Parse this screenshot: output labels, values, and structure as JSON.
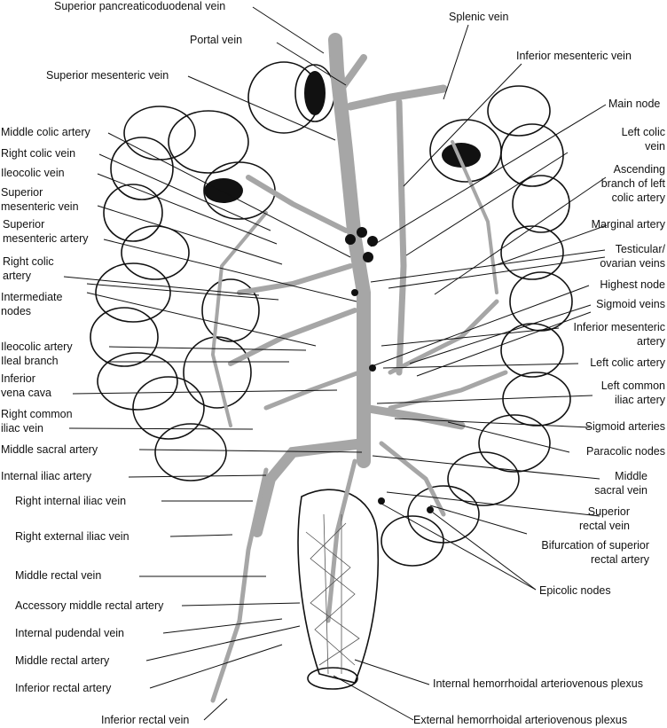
{
  "labels": {
    "superior_pancreaticoduodenal_vein": "Superior pancreaticoduodenal vein",
    "splenic_vein": "Splenic vein",
    "portal_vein": "Portal vein",
    "inferior_mesenteric_vein_top": "Inferior mesenteric vein",
    "superior_mesenteric_vein_top": "Superior mesenteric vein",
    "main_node": "Main node",
    "middle_colic_artery": "Middle colic artery",
    "left_colic_vein_1": "Left colic",
    "left_colic_vein_2": "vein",
    "right_colic_vein": "Right colic vein",
    "ascending_branch_1": "Ascending",
    "ascending_branch_2": "branch of left",
    "ascending_branch_3": "colic artery",
    "ileocolic_vein": "Ileocolic vein",
    "superior_mesenteric_vein_1": "Superior",
    "superior_mesenteric_vein_2": "mesenteric vein",
    "marginal_artery": "Marginal artery",
    "superior_mesenteric_artery_1": "Superior",
    "superior_mesenteric_artery_2": "mesenteric artery",
    "testicular_ovarian_1": "Testicular/",
    "testicular_ovarian_2": "ovarian veins",
    "right_colic_artery_1": "Right colic",
    "right_colic_artery_2": "artery",
    "highest_node": "Highest node",
    "intermediate_nodes_1": "Intermediate",
    "intermediate_nodes_2": "nodes",
    "sigmoid_veins": "Sigmoid veins",
    "inferior_mesenteric_artery_1": "Inferior mesenteric",
    "inferior_mesenteric_artery_2": "artery",
    "ileocolic_artery": "Ileocolic artery",
    "ileal_branch": "Ileal branch",
    "left_colic_artery": "Left colic artery",
    "inferior_vena_cava_1": "Inferior",
    "inferior_vena_cava_2": "vena cava",
    "left_common_iliac_1": "Left common",
    "left_common_iliac_2": "iliac artery",
    "right_common_iliac_1": "Right common",
    "right_common_iliac_2": "iliac vein",
    "sigmoid_arteries": "Sigmoid arteries",
    "middle_sacral_artery": "Middle sacral artery",
    "paracolic_nodes": "Paracolic nodes",
    "internal_iliac_artery": "Internal iliac artery",
    "middle_sacral_vein_1": "Middle",
    "middle_sacral_vein_2": "sacral vein",
    "right_internal_iliac_vein": "Right internal iliac vein",
    "superior_rectal_vein_1": "Superior",
    "superior_rectal_vein_2": "rectal vein",
    "right_external_iliac_vein": "Right external iliac vein",
    "bifurcation_1": "Bifurcation of superior",
    "bifurcation_2": "rectal artery",
    "middle_rectal_vein": "Middle rectal vein",
    "epicolic_nodes": "Epicolic nodes",
    "accessory_middle_rectal_artery": "Accessory middle rectal artery",
    "internal_pudendal_vein": "Internal pudendal vein",
    "middle_rectal_artery": "Middle rectal artery",
    "internal_hemorrhoidal_plexus": "Internal hemorrhoidal arteriovenous plexus",
    "inferior_rectal_artery": "Inferior rectal artery",
    "inferior_rectal_vein": "Inferior rectal vein",
    "external_hemorrhoidal_plexus": "External hemorrhoidal arteriovenous plexus"
  },
  "colors": {
    "ink": "#111111",
    "vessel_gray": "#a6a6a6",
    "vessel_dark": "#7a7a7a",
    "background": "#ffffff"
  }
}
